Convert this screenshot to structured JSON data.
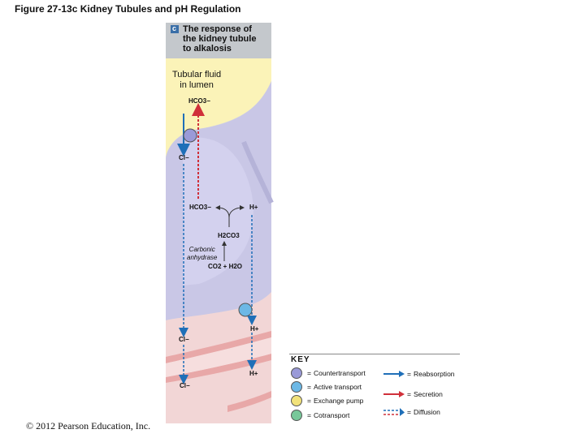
{
  "figure_title": "Figure 27-13c  Kidney Tubules and pH Regulation",
  "panel": {
    "letter": "c",
    "caption_lines": [
      "The response of",
      "the kidney tubule",
      "to alkalosis"
    ]
  },
  "lumen_label_lines": [
    "Tubular fluid",
    "in lumen"
  ],
  "molecules": {
    "hco3_top": "HCO3−",
    "cl_top": "Cl−",
    "hco3_mid": "HCO3−",
    "h_mid": "H+",
    "h2co3": "H2CO3",
    "enzyme_lines": [
      "Carbonic",
      "anhydrase"
    ],
    "co2_h2o": "CO2 + H2O",
    "cl_bottom1": "Cl−",
    "h_bottom1": "H+",
    "cl_bottom2": "Cl−",
    "h_bottom2": "H+"
  },
  "key": {
    "title": "KEY",
    "transport": [
      {
        "label": "Countertransport",
        "color": "#9a9ad8"
      },
      {
        "label": "Active transport",
        "color": "#6cb8e6"
      },
      {
        "label": "Exchange pump",
        "color": "#f2e27a"
      },
      {
        "label": "Cotransport",
        "color": "#78c89a"
      }
    ],
    "arrows": [
      {
        "label": "Reabsorption",
        "color": "#1f6fb8"
      },
      {
        "label": "Secretion",
        "color": "#d0303a"
      },
      {
        "label": "Diffusion",
        "color": "#1f6fb8"
      }
    ]
  },
  "copyright": "© 2012 Pearson Education, Inc."
}
